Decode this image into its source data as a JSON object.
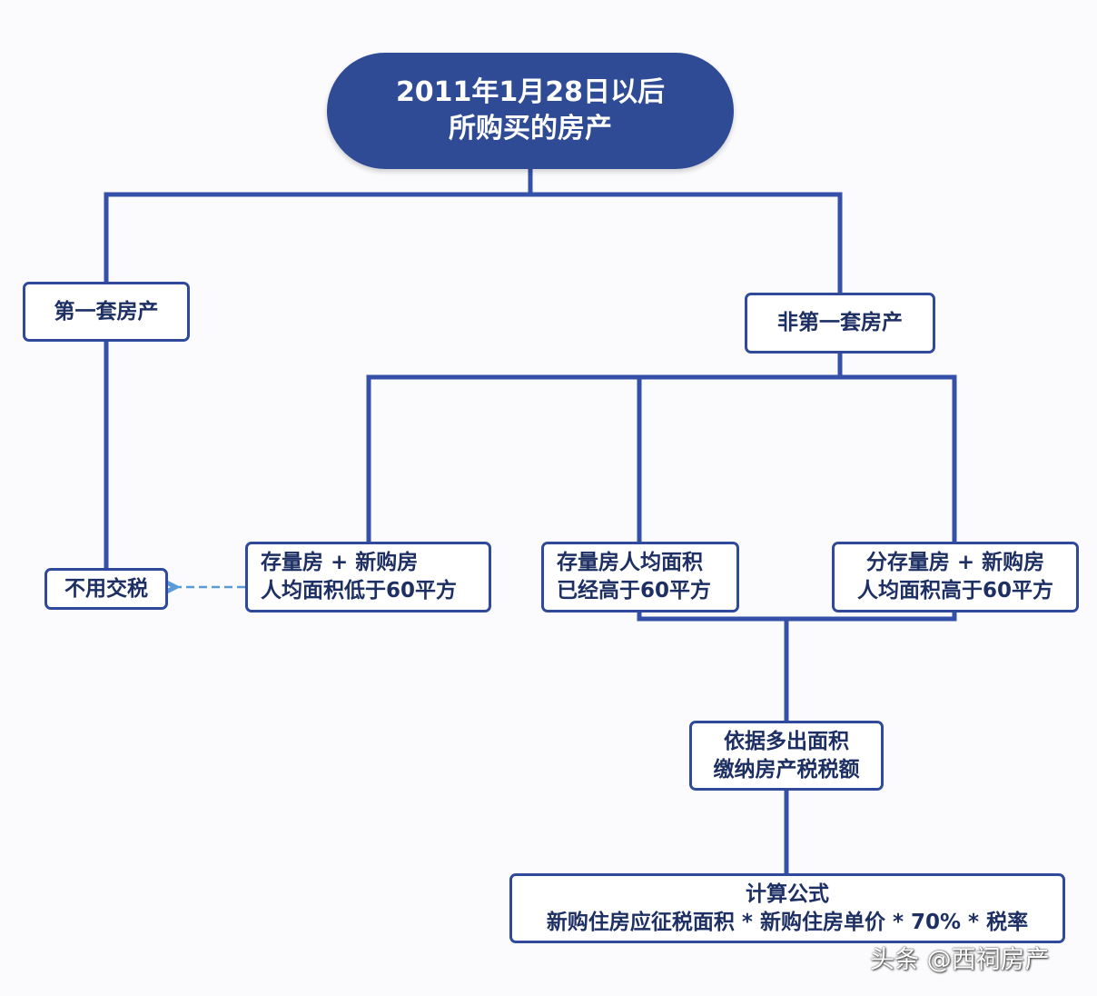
{
  "diagram": {
    "root": {
      "line1": "2011年1月28日以后",
      "line2": "所购买的房产"
    },
    "first_home": {
      "label": "第一套房产"
    },
    "non_first_home": {
      "label": "非第一套房产"
    },
    "no_tax": {
      "label": "不用交税"
    },
    "case_a": {
      "line1": "存量房 + 新购房",
      "line2": "人均面积低于60平方"
    },
    "case_b": {
      "line1": "存量房人均面积",
      "line2": "已经高于60平方"
    },
    "case_c": {
      "line1": "分存量房 + 新购房",
      "line2": "人均面积高于60平方"
    },
    "pay_tax": {
      "line1": "依据多出面积",
      "line2": "缴纳房产税税额"
    },
    "formula": {
      "title": "计算公式",
      "expression": "新购住房应征税面积 * 新购住房单价 * 70% * 税率"
    }
  },
  "colors": {
    "primary": "#2f4b95",
    "line": "#3550a8",
    "text": "#1d2f63",
    "dashed_arrow": "#5b9bd5"
  },
  "watermark": {
    "text": "头条 @西祠房产"
  }
}
